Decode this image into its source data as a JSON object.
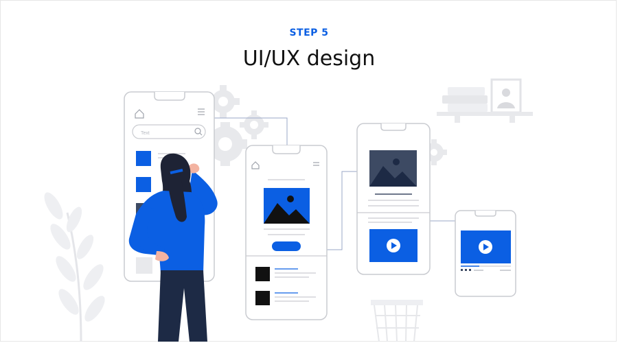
{
  "header": {
    "step_label": "STEP 5",
    "title": "UI/UX design"
  },
  "wireframe": {
    "search_placeholder": "Text"
  },
  "colors": {
    "accent": "#0b5fe3",
    "dark_navy": "#1d2a45",
    "slate": "#3d4a63",
    "light_gray": "#e8e9ec",
    "outline_gray": "#c9cbd0",
    "skin": "#f3b3a1",
    "hair": "#1e2335"
  },
  "icons": [
    "gear-icon",
    "home-icon",
    "menu-icon",
    "search-icon",
    "image-placeholder-icon",
    "play-icon",
    "plant-icon",
    "shelf-icon"
  ]
}
